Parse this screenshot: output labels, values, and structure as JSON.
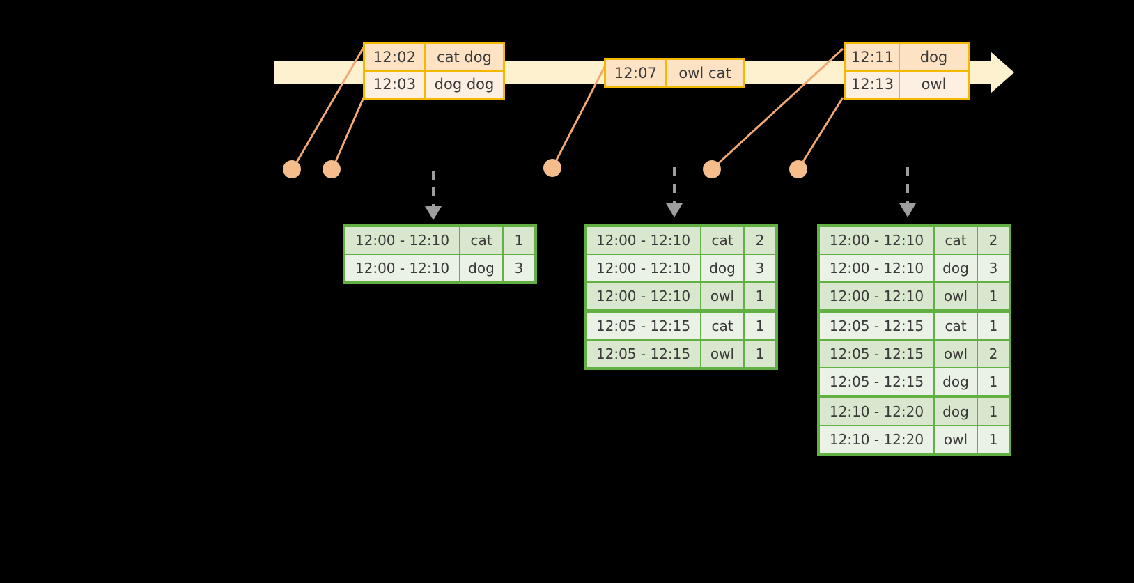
{
  "diagram": {
    "title": "windowed-word-count-timeline",
    "colors": {
      "background": "#000000",
      "timeline_fill": "#fdf1cf",
      "event_border": "#f5b800",
      "event_fill_a": "#fde3c4",
      "event_fill_b": "#fdf0e3",
      "dot": "#f5bd8b",
      "connector": "#f0a875",
      "table_border": "#62b044",
      "table_fill_a": "#d9e7ce",
      "table_fill_b": "#eaf1e5",
      "arrow_gray": "#9e9e9e",
      "text": "#3a3a3a"
    }
  },
  "timeline": {
    "events": [
      {
        "id": "event-group-1",
        "rows": [
          {
            "time": "12:02",
            "words": "cat dog"
          },
          {
            "time": "12:03",
            "words": "dog dog"
          }
        ]
      },
      {
        "id": "event-group-2",
        "rows": [
          {
            "time": "12:07",
            "words": "owl cat"
          }
        ]
      },
      {
        "id": "event-group-3",
        "rows": [
          {
            "time": "12:11",
            "words": "dog"
          },
          {
            "time": "12:13",
            "words": "owl"
          }
        ]
      }
    ]
  },
  "tables": [
    {
      "id": "result-table-1",
      "rows": [
        {
          "window": "12:00 - 12:10",
          "word": "cat",
          "count": "1",
          "group": 0
        },
        {
          "window": "12:00 - 12:10",
          "word": "dog",
          "count": "3",
          "group": 0
        }
      ]
    },
    {
      "id": "result-table-2",
      "rows": [
        {
          "window": "12:00 - 12:10",
          "word": "cat",
          "count": "2",
          "group": 0
        },
        {
          "window": "12:00 - 12:10",
          "word": "dog",
          "count": "3",
          "group": 0
        },
        {
          "window": "12:00 - 12:10",
          "word": "owl",
          "count": "1",
          "group": 0
        },
        {
          "window": "12:05 - 12:15",
          "word": "cat",
          "count": "1",
          "group": 1
        },
        {
          "window": "12:05 - 12:15",
          "word": "owl",
          "count": "1",
          "group": 1
        }
      ]
    },
    {
      "id": "result-table-3",
      "rows": [
        {
          "window": "12:00 - 12:10",
          "word": "cat",
          "count": "2",
          "group": 0
        },
        {
          "window": "12:00 - 12:10",
          "word": "dog",
          "count": "3",
          "group": 0
        },
        {
          "window": "12:00 - 12:10",
          "word": "owl",
          "count": "1",
          "group": 0
        },
        {
          "window": "12:05 - 12:15",
          "word": "cat",
          "count": "1",
          "group": 1
        },
        {
          "window": "12:05 - 12:15",
          "word": "owl",
          "count": "2",
          "group": 1
        },
        {
          "window": "12:05 - 12:15",
          "word": "dog",
          "count": "1",
          "group": 1
        },
        {
          "window": "12:10 - 12:20",
          "word": "dog",
          "count": "1",
          "group": 2
        },
        {
          "window": "12:10 - 12:20",
          "word": "owl",
          "count": "1",
          "group": 2
        }
      ]
    }
  ]
}
